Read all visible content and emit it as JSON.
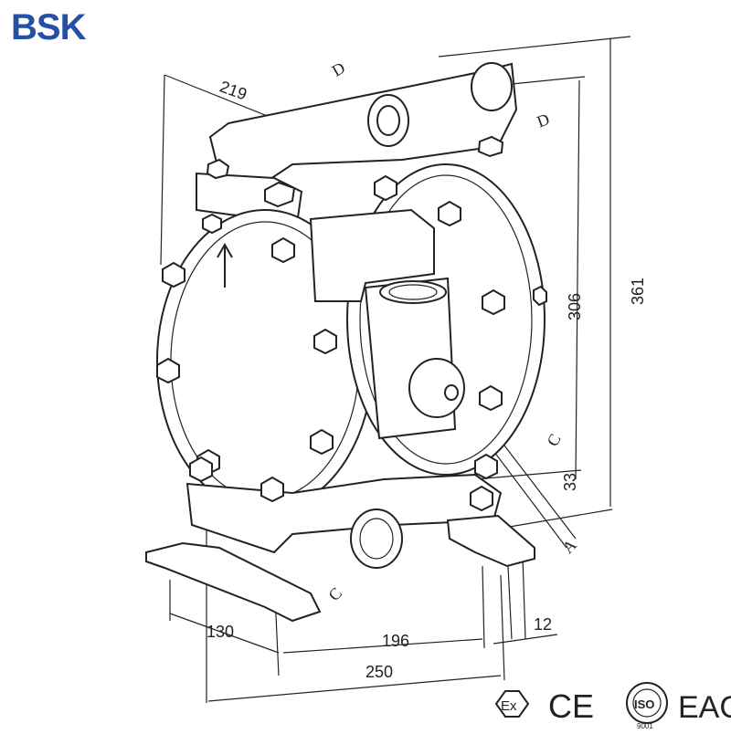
{
  "brand": {
    "logo_text": "BSK",
    "color": "#2451a6"
  },
  "dimensions": {
    "top_width": "219",
    "inner_height": "306",
    "total_height": "361",
    "base_height": "33",
    "foot_offset": "12",
    "left_foot": "130",
    "bolt_span": "196",
    "overall_width": "250"
  },
  "port_labels": {
    "top_left": "D",
    "top_right": "D",
    "side": "C",
    "bottom": "C",
    "air": "A"
  },
  "certifications": {
    "ex": "Ex",
    "ce": "CE",
    "iso": "ISO",
    "iso_number": "9001",
    "eac": "EAC"
  }
}
